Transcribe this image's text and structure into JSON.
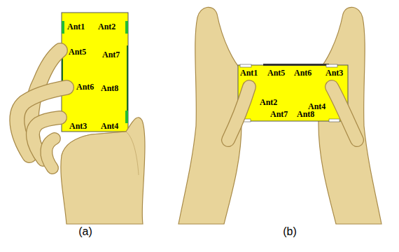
{
  "diagram": {
    "nodes": [
      {
        "text": [
          "Ant1",
          "Ant2",
          "Ant5",
          "Ant7",
          "Ant6",
          "Ant8",
          "Ant3",
          "Ant4"
        ]
      },
      {
        "text": [
          "Ant1",
          "Ant5",
          "Ant6",
          "Ant3",
          "Ant2",
          "Ant4",
          "Ant7",
          "Ant8"
        ]
      }
    ],
    "labels": [
      "(a)",
      "(b)"
    ]
  }
}
